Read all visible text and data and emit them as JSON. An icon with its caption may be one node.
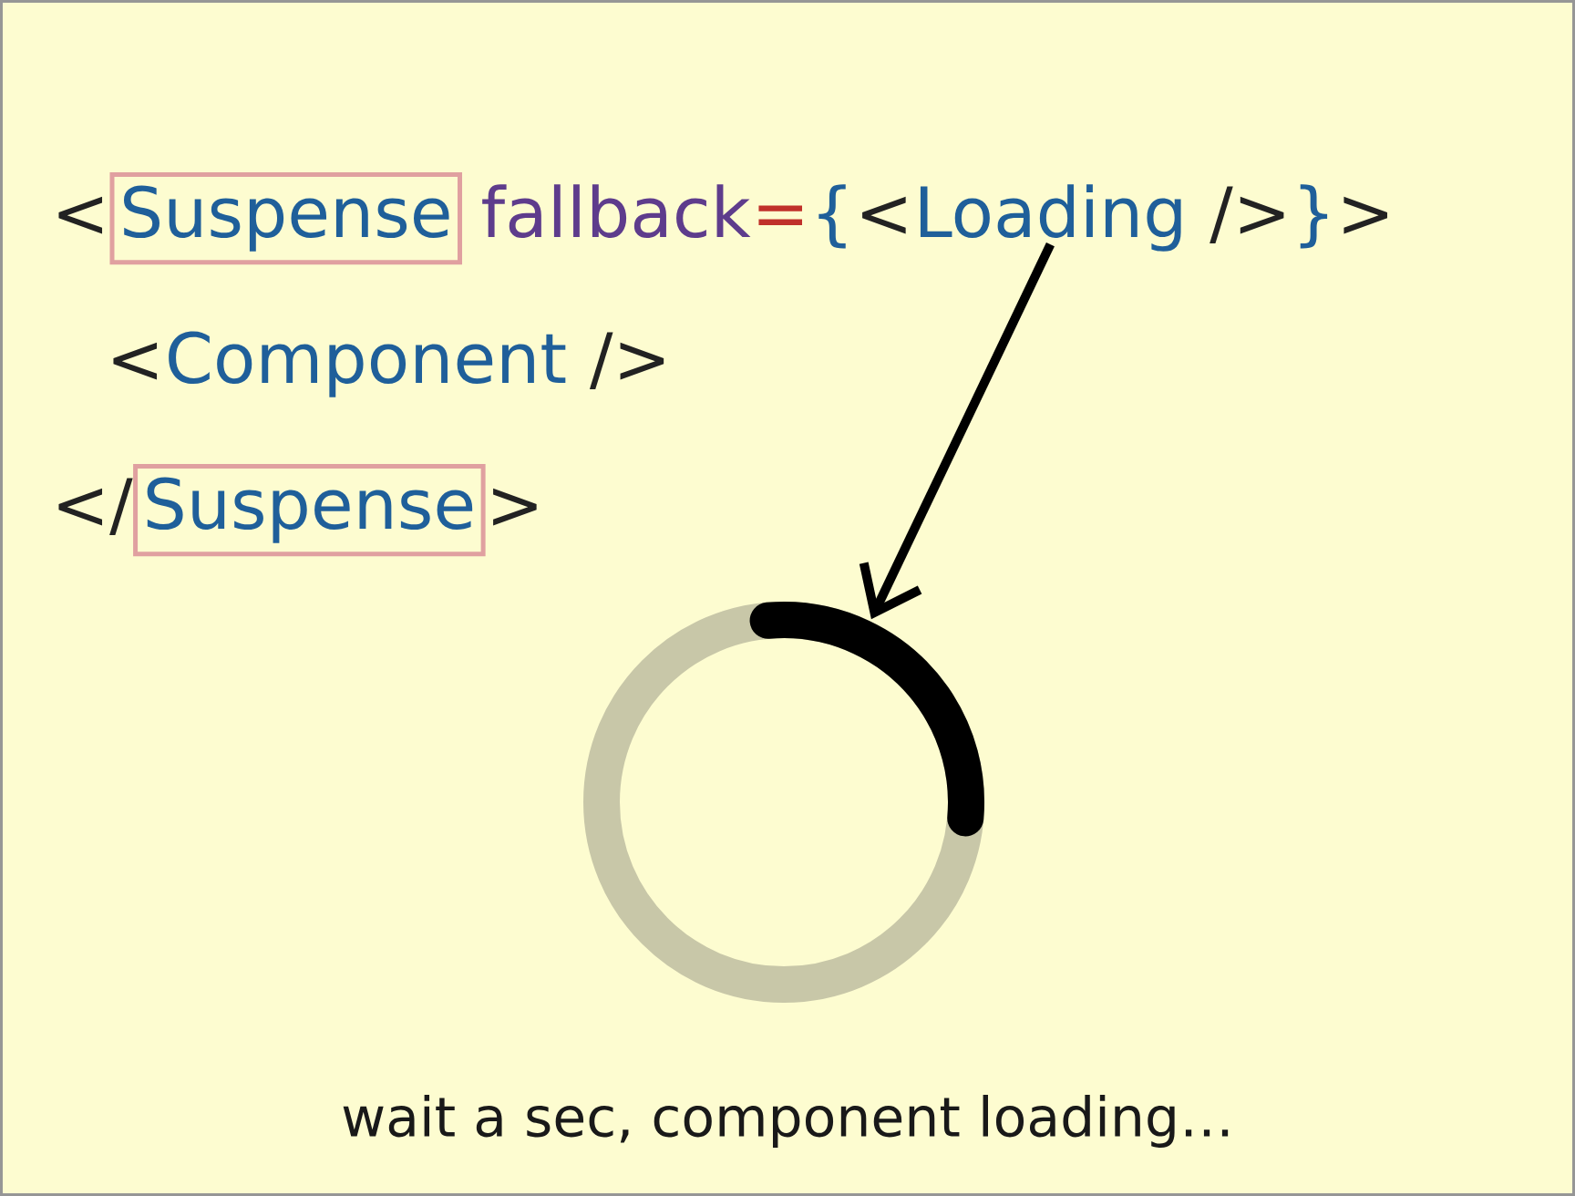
{
  "diagram": {
    "nodes": [
      {
        "text": [
          "Suspense"
        ]
      },
      {
        "text": [
          "Loading"
        ]
      },
      {
        "text": [
          "Suspense"
        ]
      },
      {
        "text": [],
        "shape": "circle"
      }
    ],
    "edges": [
      {
        "from": 1,
        "to": 3,
        "arrow": "to"
      }
    ],
    "labels": [
      "<",
      "fallback",
      "=",
      "{",
      "<",
      "/>",
      "}",
      ">",
      "<",
      "Component",
      "/>",
      "</",
      ">",
      "wait a sec, component loading…"
    ]
  }
}
